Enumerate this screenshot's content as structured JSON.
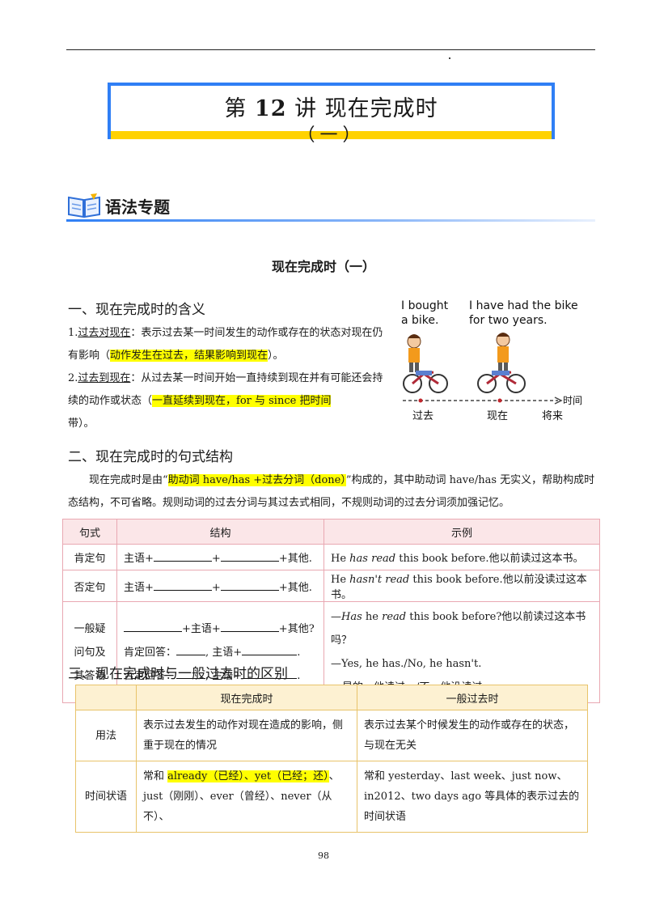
{
  "title": {
    "prefix": "第",
    "number": "12",
    "suffix": "讲  现在完成时",
    "sub": "（一）"
  },
  "banner": {
    "label": "语法专题",
    "icon": "open-book-icon"
  },
  "center_heading": "现在完成时（一）",
  "section1": {
    "heading": "一、现在完成时的含义",
    "item1_num": "1.",
    "item1_term": "过去对现在",
    "item1_text": "：表示过去某一时间发生的动作或存在的状态对现在仍有影响（",
    "item1_hl": "动作发生在过去，结果影响到现在",
    "item1_end": "）。",
    "item2_num": "2.",
    "item2_term": "过去到现在",
    "item2_text": "：从过去某一时间开始一直持续到现在并有可能还会持续的动作或状态（",
    "item2_hl": "一直延续到现在，for 与 since 把时间",
    "item2_end": "带）。"
  },
  "illustration": {
    "bubble1": "I bought a bike.",
    "bubble1_l1": "I bought",
    "bubble1_l2": "a bike.",
    "bubble2_l1": "I have had the bike",
    "bubble2_l2": "for two years.",
    "axis_label": "时间",
    "past": "过去",
    "now": "现在",
    "future": "将来"
  },
  "section2": {
    "heading": "二、现在完成时的句式结构",
    "p_start": "现在完成时是由“",
    "p_hl": "助动词  have/has +过去分词（done）",
    "p_end": "”构成的，其中助动词 have/has 无实义，帮助构成时态结构，不可省略。规则动词的过去分词与其过去式相同，不规则动词的过去分词须加强记忆。"
  },
  "table1": {
    "headers": [
      "句式",
      "结构",
      "示例"
    ],
    "rows": [
      {
        "type": "肯定句",
        "s_a": "主语+",
        "s_b": "+",
        "s_c": "+其他.",
        "ex_a": "He ",
        "ex_i": "has read",
        "ex_b": " this book before.他以前读过这本书。"
      },
      {
        "type": "否定句",
        "s_a": "主语+",
        "s_b": "+",
        "s_c": "+其他.",
        "ex_a": "He ",
        "ex_i": "hasn't read",
        "ex_b": " this book before.他以前没读过这本书。"
      }
    ],
    "q_type": [
      "一般疑",
      "问句及",
      "其答语"
    ],
    "q_s1_b": "+主语+",
    "q_s1_c": "+其他?",
    "q_s2_a": "肯定回答：",
    "q_s2_b": ", 主语+",
    "q_s2_c": ".",
    "q_s3_a": "否定回答：",
    "q_s3_b": ", 主语+",
    "q_s3_c": ".",
    "q_ex1_a": "—",
    "q_ex1_i": "Has",
    "q_ex1_b": " he ",
    "q_ex1_i2": "read",
    "q_ex1_c": " this book before?他以前读过这本书吗？",
    "q_ex2": "—Yes, he has./No, he hasn't.",
    "q_ex3": "是的，他读过。/不，他没读过。"
  },
  "section3_heading": "三、现在完成时与一般过去时的区别",
  "table2": {
    "headers": [
      "",
      "现在完成时",
      "一般过去时"
    ],
    "row1_label": "用法",
    "row1_a": "表示过去发生的动作对现在造成的影响，侧重于现在的情况",
    "row1_b": "表示过去某个时候发生的动作或存在的状态，与现在无关",
    "row2_label": "时间状语",
    "row2_a_pre": "常和 ",
    "row2_a_hl": "already（已经）、yet（已经；还）",
    "row2_a_post": "、just（刚刚）、ever（曾经）、never（从不）、",
    "row2_b": "常和 yesterday、last week、just now、in2012、two days ago 等具体的表示过去的时间状语"
  },
  "page_number": "98",
  "colors": {
    "blue": "#2f7ff5",
    "yellow": "#ffd200",
    "highlight": "#ffff00",
    "pink_border": "#e9a8b2",
    "gold_border": "#e8c36a"
  }
}
